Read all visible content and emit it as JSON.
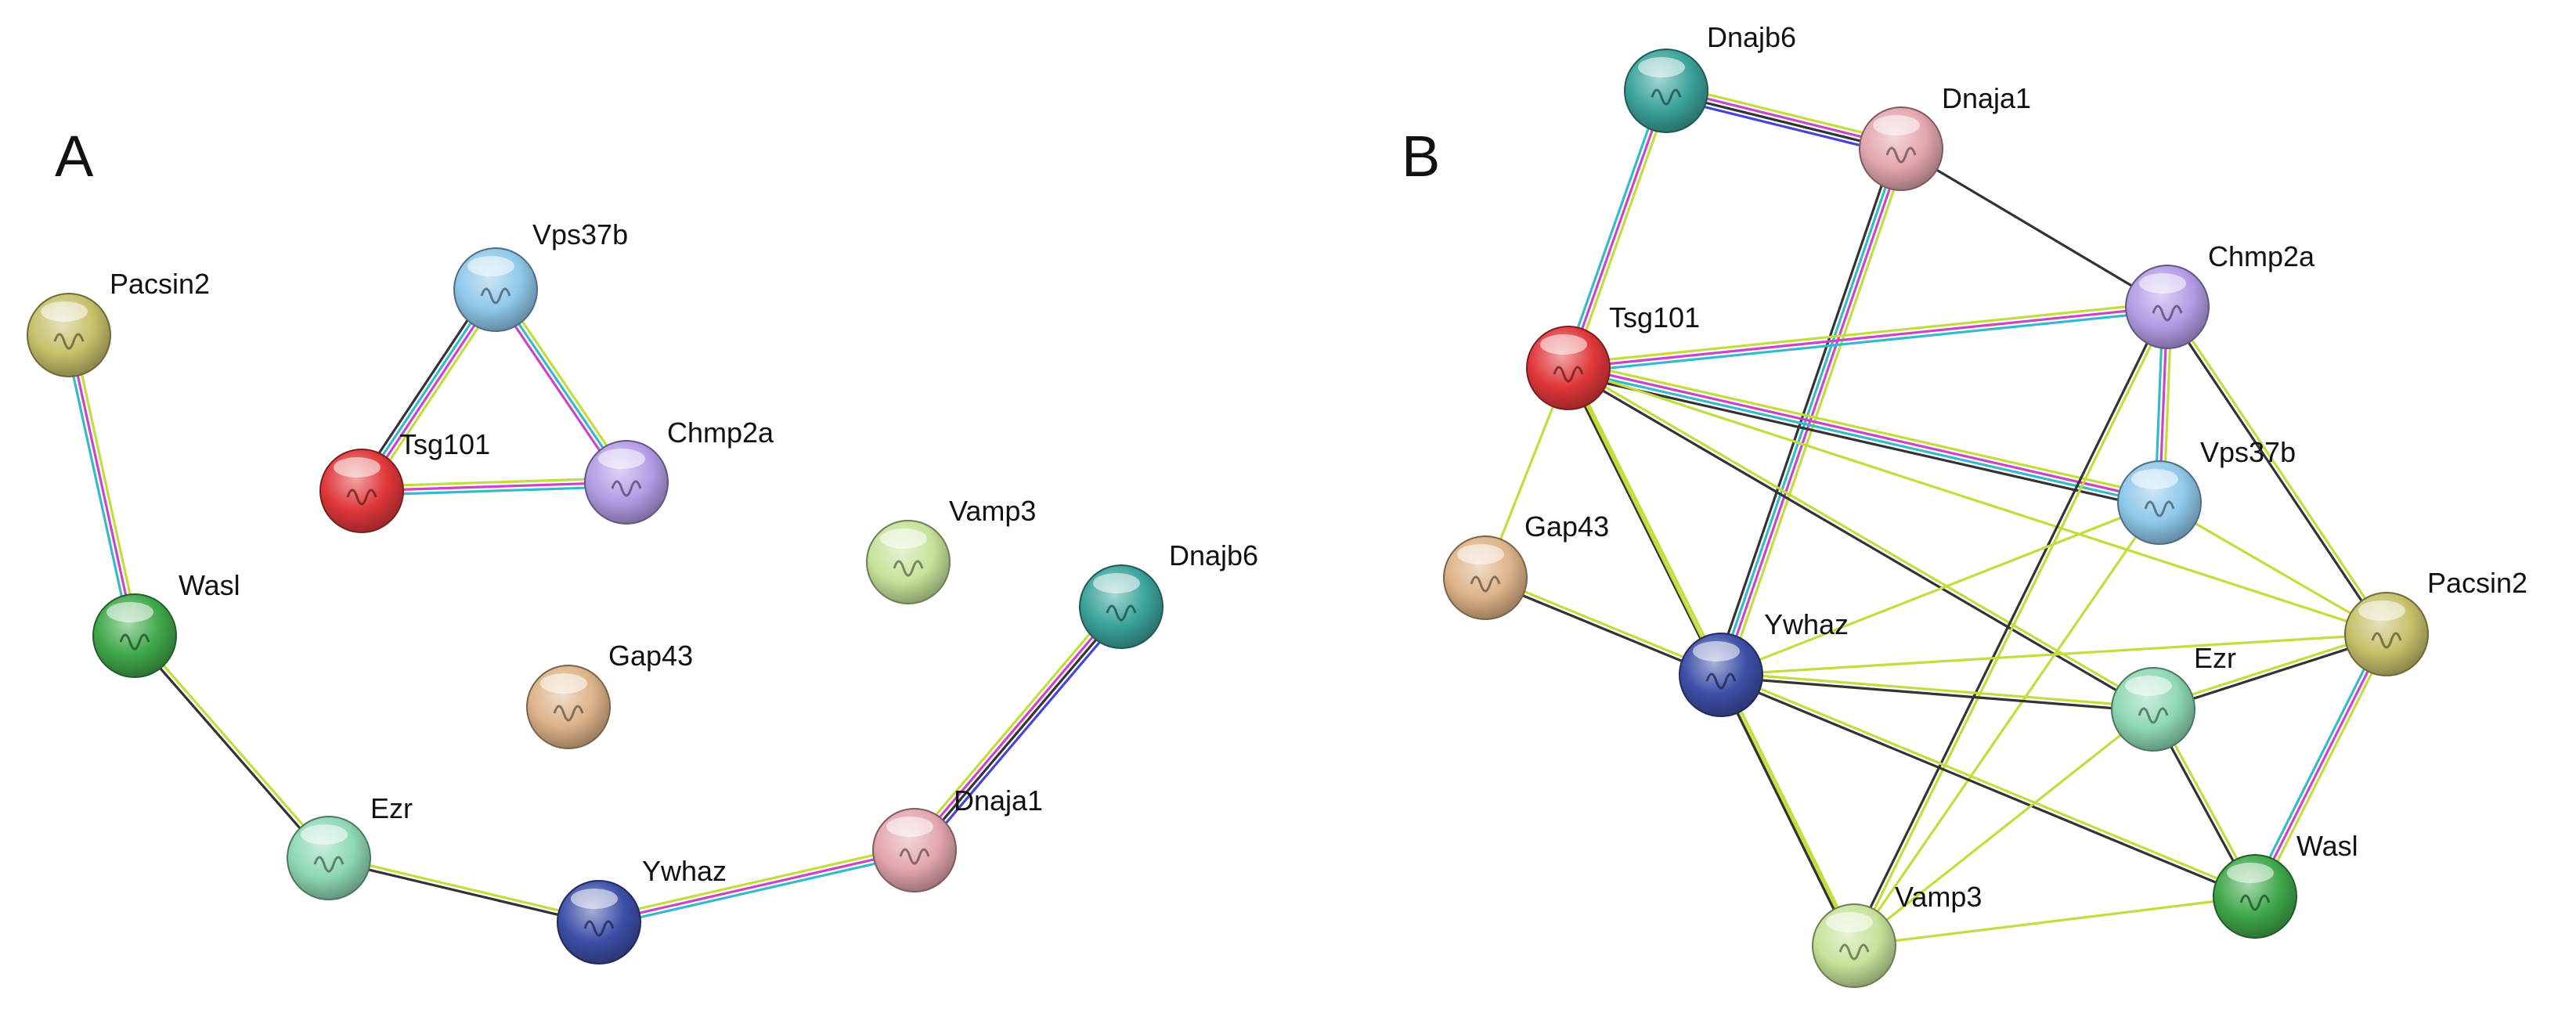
{
  "panels": [
    {
      "label": "A",
      "nodes": [
        {
          "id": "Pacsin2",
          "label": "Pacsin2",
          "color": "#c6c06a",
          "icon": "protein-structure-icon"
        },
        {
          "id": "Vps37b",
          "label": "Vps37b",
          "color": "#8fc8ea",
          "icon": "protein-structure-icon"
        },
        {
          "id": "Tsg101",
          "label": "Tsg101",
          "color": "#e0373a",
          "icon": "protein-structure-icon"
        },
        {
          "id": "Chmp2a",
          "label": "Chmp2a",
          "color": "#b49ce6",
          "icon": "protein-structure-icon"
        },
        {
          "id": "Vamp3",
          "label": "Vamp3",
          "color": "#c6e39a",
          "icon": "protein-structure-icon"
        },
        {
          "id": "Dnajb6",
          "label": "Dnajb6",
          "color": "#3aa39a",
          "icon": "protein-structure-icon"
        },
        {
          "id": "Wasl",
          "label": "Wasl",
          "color": "#3fa84a",
          "icon": "protein-structure-icon"
        },
        {
          "id": "Gap43",
          "label": "Gap43",
          "color": "#ddb389",
          "icon": "protein-structure-icon"
        },
        {
          "id": "Ezr",
          "label": "Ezr",
          "color": "#8ed8b4",
          "icon": "protein-structure-icon"
        },
        {
          "id": "Ywhaz",
          "label": "Ywhaz",
          "color": "#3d4fa8",
          "icon": "protein-structure-icon"
        },
        {
          "id": "Dnaja1",
          "label": "Dnaja1",
          "color": "#e3a6ad",
          "icon": "protein-structure-icon"
        }
      ],
      "edges": [
        {
          "source": "Pacsin2",
          "target": "Wasl",
          "evidence": [
            "text-mining",
            "experiments",
            "databases"
          ]
        },
        {
          "source": "Wasl",
          "target": "Ezr",
          "evidence": [
            "text-mining",
            "co-expression"
          ]
        },
        {
          "source": "Ezr",
          "target": "Ywhaz",
          "evidence": [
            "text-mining",
            "co-expression"
          ]
        },
        {
          "source": "Ywhaz",
          "target": "Dnaja1",
          "evidence": [
            "text-mining",
            "experiments",
            "databases"
          ]
        },
        {
          "source": "Dnaja1",
          "target": "Dnajb6",
          "evidence": [
            "text-mining",
            "experiments",
            "co-expression",
            "homology"
          ]
        },
        {
          "source": "Vps37b",
          "target": "Tsg101",
          "evidence": [
            "text-mining",
            "experiments",
            "databases",
            "co-expression"
          ]
        },
        {
          "source": "Vps37b",
          "target": "Chmp2a",
          "evidence": [
            "text-mining",
            "databases",
            "experiments"
          ]
        },
        {
          "source": "Tsg101",
          "target": "Chmp2a",
          "evidence": [
            "text-mining",
            "experiments",
            "databases"
          ]
        }
      ]
    },
    {
      "label": "B",
      "nodes": [
        {
          "id": "Dnajb6",
          "label": "Dnajb6",
          "color": "#3aa39a",
          "icon": "protein-structure-icon"
        },
        {
          "id": "Dnaja1",
          "label": "Dnaja1",
          "color": "#e3a6ad",
          "icon": "protein-structure-icon"
        },
        {
          "id": "Chmp2a",
          "label": "Chmp2a",
          "color": "#b49ce6",
          "icon": "protein-structure-icon"
        },
        {
          "id": "Tsg101",
          "label": "Tsg101",
          "color": "#e0373a",
          "icon": "protein-structure-icon"
        },
        {
          "id": "Vps37b",
          "label": "Vps37b",
          "color": "#8fc8ea",
          "icon": "protein-structure-icon"
        },
        {
          "id": "Gap43",
          "label": "Gap43",
          "color": "#ddb389",
          "icon": "protein-structure-icon"
        },
        {
          "id": "Pacsin2",
          "label": "Pacsin2",
          "color": "#c6c06a",
          "icon": "protein-structure-icon"
        },
        {
          "id": "Ywhaz",
          "label": "Ywhaz",
          "color": "#3d4fa8",
          "icon": "protein-structure-icon"
        },
        {
          "id": "Ezr",
          "label": "Ezr",
          "color": "#8ed8b4",
          "icon": "protein-structure-icon"
        },
        {
          "id": "Wasl",
          "label": "Wasl",
          "color": "#3fa84a",
          "icon": "protein-structure-icon"
        },
        {
          "id": "Vamp3",
          "label": "Vamp3",
          "color": "#c6e39a",
          "icon": "protein-structure-icon"
        }
      ],
      "edges": [
        {
          "source": "Dnajb6",
          "target": "Dnaja1",
          "evidence": [
            "text-mining",
            "experiments",
            "co-expression",
            "homology"
          ]
        },
        {
          "source": "Dnajb6",
          "target": "Tsg101",
          "evidence": [
            "text-mining",
            "experiments",
            "databases"
          ]
        },
        {
          "source": "Dnaja1",
          "target": "Ywhaz",
          "evidence": [
            "text-mining",
            "experiments",
            "databases",
            "co-expression"
          ]
        },
        {
          "source": "Dnaja1",
          "target": "Chmp2a",
          "evidence": [
            "co-expression"
          ]
        },
        {
          "source": "Tsg101",
          "target": "Chmp2a",
          "evidence": [
            "text-mining",
            "experiments",
            "databases"
          ]
        },
        {
          "source": "Tsg101",
          "target": "Vps37b",
          "evidence": [
            "text-mining",
            "experiments",
            "databases",
            "co-expression"
          ]
        },
        {
          "source": "Tsg101",
          "target": "Gap43",
          "evidence": [
            "text-mining"
          ]
        },
        {
          "source": "Tsg101",
          "target": "Ywhaz",
          "evidence": [
            "text-mining",
            "co-expression"
          ]
        },
        {
          "source": "Tsg101",
          "target": "Ezr",
          "evidence": [
            "text-mining",
            "co-expression"
          ]
        },
        {
          "source": "Tsg101",
          "target": "Vamp3",
          "evidence": [
            "text-mining"
          ]
        },
        {
          "source": "Tsg101",
          "target": "Pacsin2",
          "evidence": [
            "text-mining"
          ]
        },
        {
          "source": "Chmp2a",
          "target": "Vps37b",
          "evidence": [
            "text-mining",
            "experiments",
            "databases"
          ]
        },
        {
          "source": "Chmp2a",
          "target": "Vamp3",
          "evidence": [
            "text-mining",
            "co-expression"
          ]
        },
        {
          "source": "Chmp2a",
          "target": "Pacsin2",
          "evidence": [
            "text-mining",
            "co-expression"
          ]
        },
        {
          "source": "Vps37b",
          "target": "Ywhaz",
          "evidence": [
            "text-mining"
          ]
        },
        {
          "source": "Vps37b",
          "target": "Vamp3",
          "evidence": [
            "text-mining"
          ]
        },
        {
          "source": "Vps37b",
          "target": "Pacsin2",
          "evidence": [
            "text-mining"
          ]
        },
        {
          "source": "Gap43",
          "target": "Ywhaz",
          "evidence": [
            "text-mining",
            "co-expression"
          ]
        },
        {
          "source": "Ywhaz",
          "target": "Ezr",
          "evidence": [
            "text-mining",
            "co-expression"
          ]
        },
        {
          "source": "Ywhaz",
          "target": "Wasl",
          "evidence": [
            "text-mining",
            "co-expression"
          ]
        },
        {
          "source": "Ywhaz",
          "target": "Vamp3",
          "evidence": [
            "text-mining",
            "co-expression"
          ]
        },
        {
          "source": "Ywhaz",
          "target": "Pacsin2",
          "evidence": [
            "text-mining"
          ]
        },
        {
          "source": "Ezr",
          "target": "Pacsin2",
          "evidence": [
            "text-mining",
            "co-expression"
          ]
        },
        {
          "source": "Ezr",
          "target": "Wasl",
          "evidence": [
            "text-mining",
            "co-expression"
          ]
        },
        {
          "source": "Ezr",
          "target": "Vamp3",
          "evidence": [
            "text-mining"
          ]
        },
        {
          "source": "Pacsin2",
          "target": "Wasl",
          "evidence": [
            "text-mining",
            "experiments",
            "databases"
          ]
        },
        {
          "source": "Wasl",
          "target": "Vamp3",
          "evidence": [
            "text-mining"
          ]
        }
      ]
    }
  ],
  "evidence_colors": {
    "text-mining": "#c4dc3c",
    "co-expression": "#333333",
    "experiments": "#cc44cc",
    "databases": "#33bbcc",
    "homology": "#4444dd"
  }
}
